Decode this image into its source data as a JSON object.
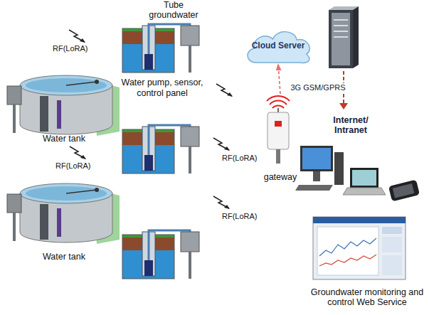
{
  "diagram": {
    "nodes": [
      {
        "text": [
          "Water tank"
        ]
      },
      {
        "text": [
          "Tube groundwater",
          "Water pump, sensor, control panel"
        ]
      },
      {
        "text": [
          "Cloud Server"
        ]
      },
      {
        "text": [
          "gateway"
        ]
      },
      {
        "text": [
          "Internet/ Intranet"
        ]
      },
      {
        "text": [
          "Water tank"
        ]
      },
      {
        "text": [
          "Groundwater monitoring and control Web Service"
        ]
      }
    ],
    "edges": [
      {
        "from": 3,
        "to": 2,
        "arrow": "to",
        "label": "3G GSM/GPRS"
      }
    ],
    "labels": [
      "RF(LoRA)",
      "RF(LoRA)",
      "RF(LoRA)",
      "RF(LoRA)"
    ]
  }
}
